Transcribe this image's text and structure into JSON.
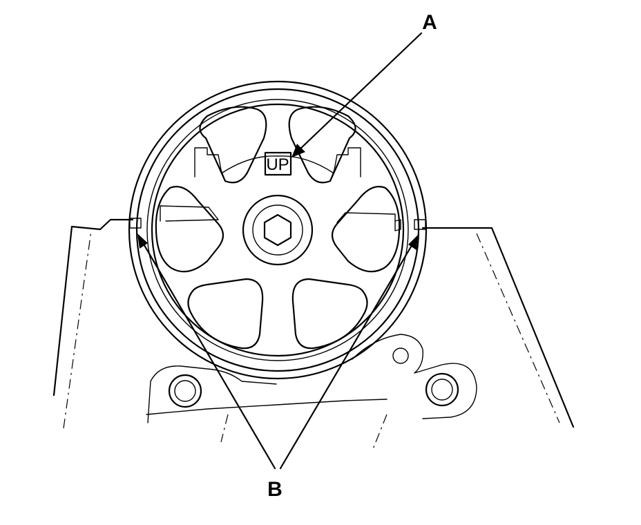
{
  "labels": {
    "a": "A",
    "b": "B",
    "up_mark": "UP"
  },
  "colors": {
    "ink": "#000000",
    "background": "#ffffff"
  }
}
